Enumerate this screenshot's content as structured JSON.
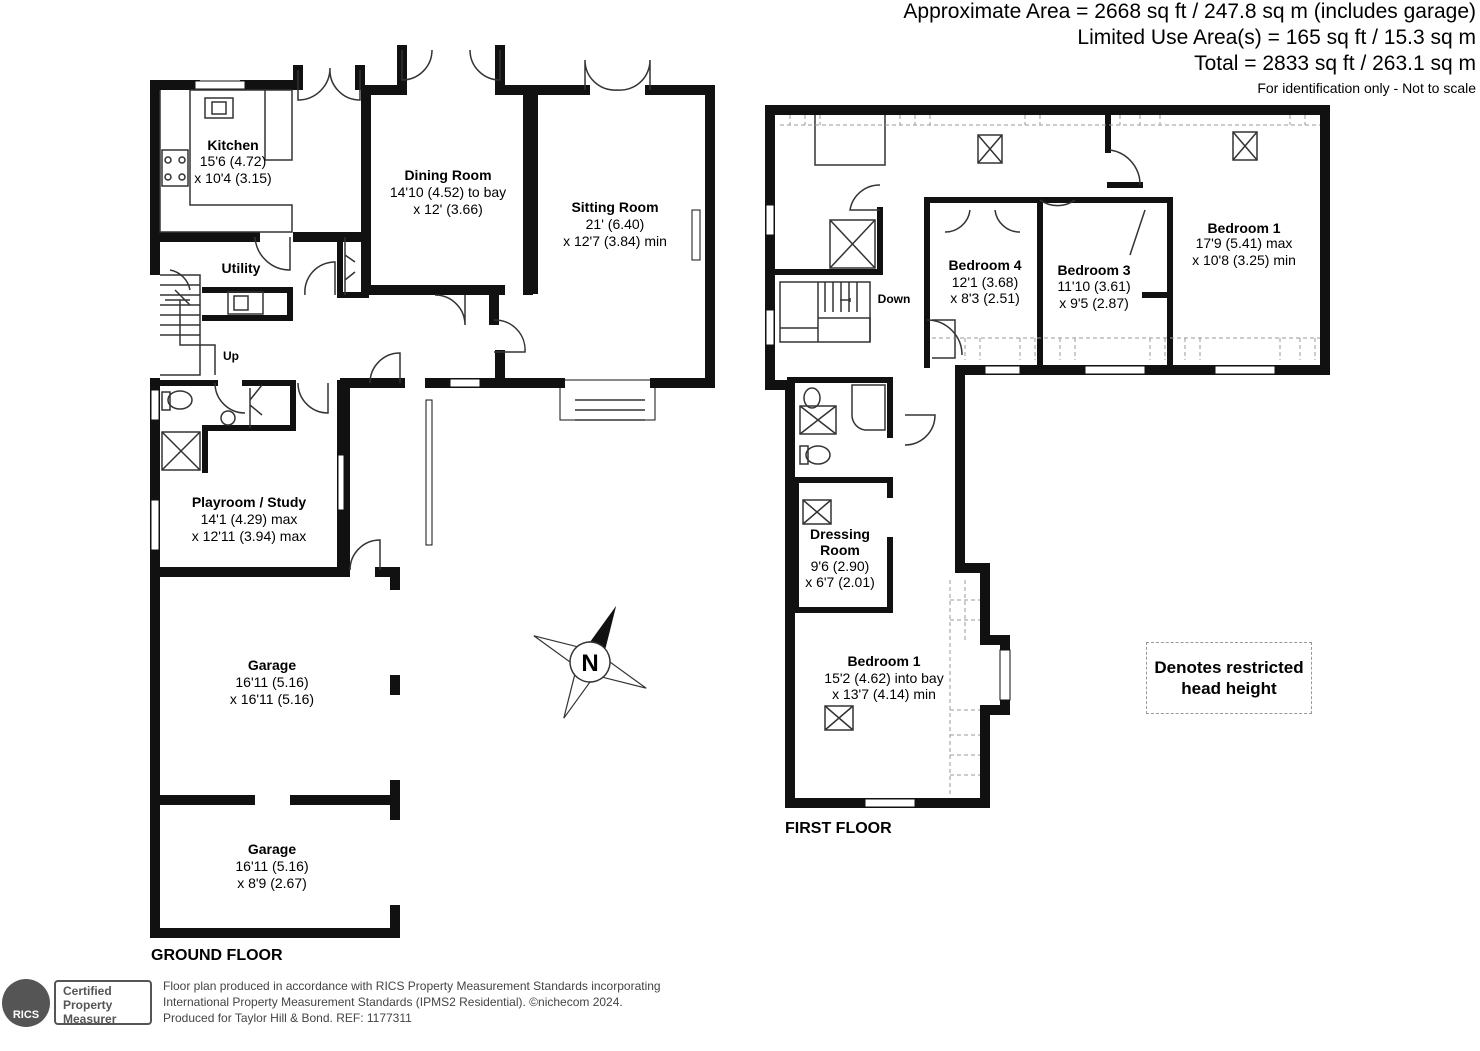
{
  "areas": {
    "approximate": "Approximate Area = 2668 sq ft / 247.8 sq m (includes garage)",
    "limited": "Limited Use Area(s) = 165 sq ft / 15.3 sq m",
    "total": "Total = 2833 sq ft / 263.1 sq m",
    "note": "For identification only - Not to scale"
  },
  "ground_floor": {
    "label": "GROUND FLOOR",
    "rooms": [
      {
        "id": "kitchen",
        "name": "Kitchen",
        "dims": [
          "15'6 (4.72)",
          "x 10'4 (3.15)"
        ]
      },
      {
        "id": "dining",
        "name": "Dining Room",
        "dims": [
          "14'10 (4.52) to bay",
          "x 12' (3.66)"
        ]
      },
      {
        "id": "sitting",
        "name": "Sitting Room",
        "dims": [
          "21' (6.40)",
          "x 12'7 (3.84) min"
        ]
      },
      {
        "id": "utility",
        "name": "Utility",
        "dims": []
      },
      {
        "id": "playroom",
        "name": "Playroom / Study",
        "dims": [
          "14'1 (4.29) max",
          "x 12'11 (3.94) max"
        ]
      },
      {
        "id": "garage1",
        "name": "Garage",
        "dims": [
          "16'11 (5.16)",
          "x 16'11 (5.16)"
        ]
      },
      {
        "id": "garage2",
        "name": "Garage",
        "dims": [
          "16'11 (5.16)",
          "x 8'9 (2.67)"
        ]
      }
    ],
    "stairs_label": "Up"
  },
  "first_floor": {
    "label": "FIRST FLOOR",
    "rooms": [
      {
        "id": "bed4",
        "name": "Bedroom 4",
        "dims": [
          "12'1 (3.68)",
          "x 8'3 (2.51)"
        ]
      },
      {
        "id": "bed3",
        "name": "Bedroom 3",
        "dims": [
          "11'10 (3.61)",
          "x 9'5 (2.87)"
        ]
      },
      {
        "id": "bed1a",
        "name": "Bedroom 1",
        "dims": [
          "17'9 (5.41) max",
          "x 10'8 (3.25) min"
        ]
      },
      {
        "id": "dressing",
        "name": "Dressing",
        "name2": "Room",
        "dims": [
          "9'6 (2.90)",
          "x 6'7 (2.01)"
        ]
      },
      {
        "id": "bed1b",
        "name": "Bedroom 1",
        "dims": [
          "15'2 (4.62) into bay",
          "x 13'7 (4.14) min"
        ]
      }
    ],
    "stairs_label": "Down"
  },
  "compass": {
    "letter": "N",
    "icon": "compass-icon"
  },
  "legend": {
    "line1": "Denotes restricted",
    "line2": "head height"
  },
  "footer": {
    "line1": "Floor plan produced in accordance with RICS Property Measurement Standards incorporating",
    "line2": "International Property Measurement Standards (IPMS2 Residential).  ©nichecom 2024.",
    "line3": "Produced for Taylor Hill & Bond.   REF:  1177311"
  },
  "badge": {
    "logo": "RICS",
    "cert1": "Certified",
    "cert2": "Property",
    "cert3": "Measurer"
  },
  "colors": {
    "wall": "#111111",
    "dashed": "#9a9a9a",
    "badge": "#555555"
  }
}
